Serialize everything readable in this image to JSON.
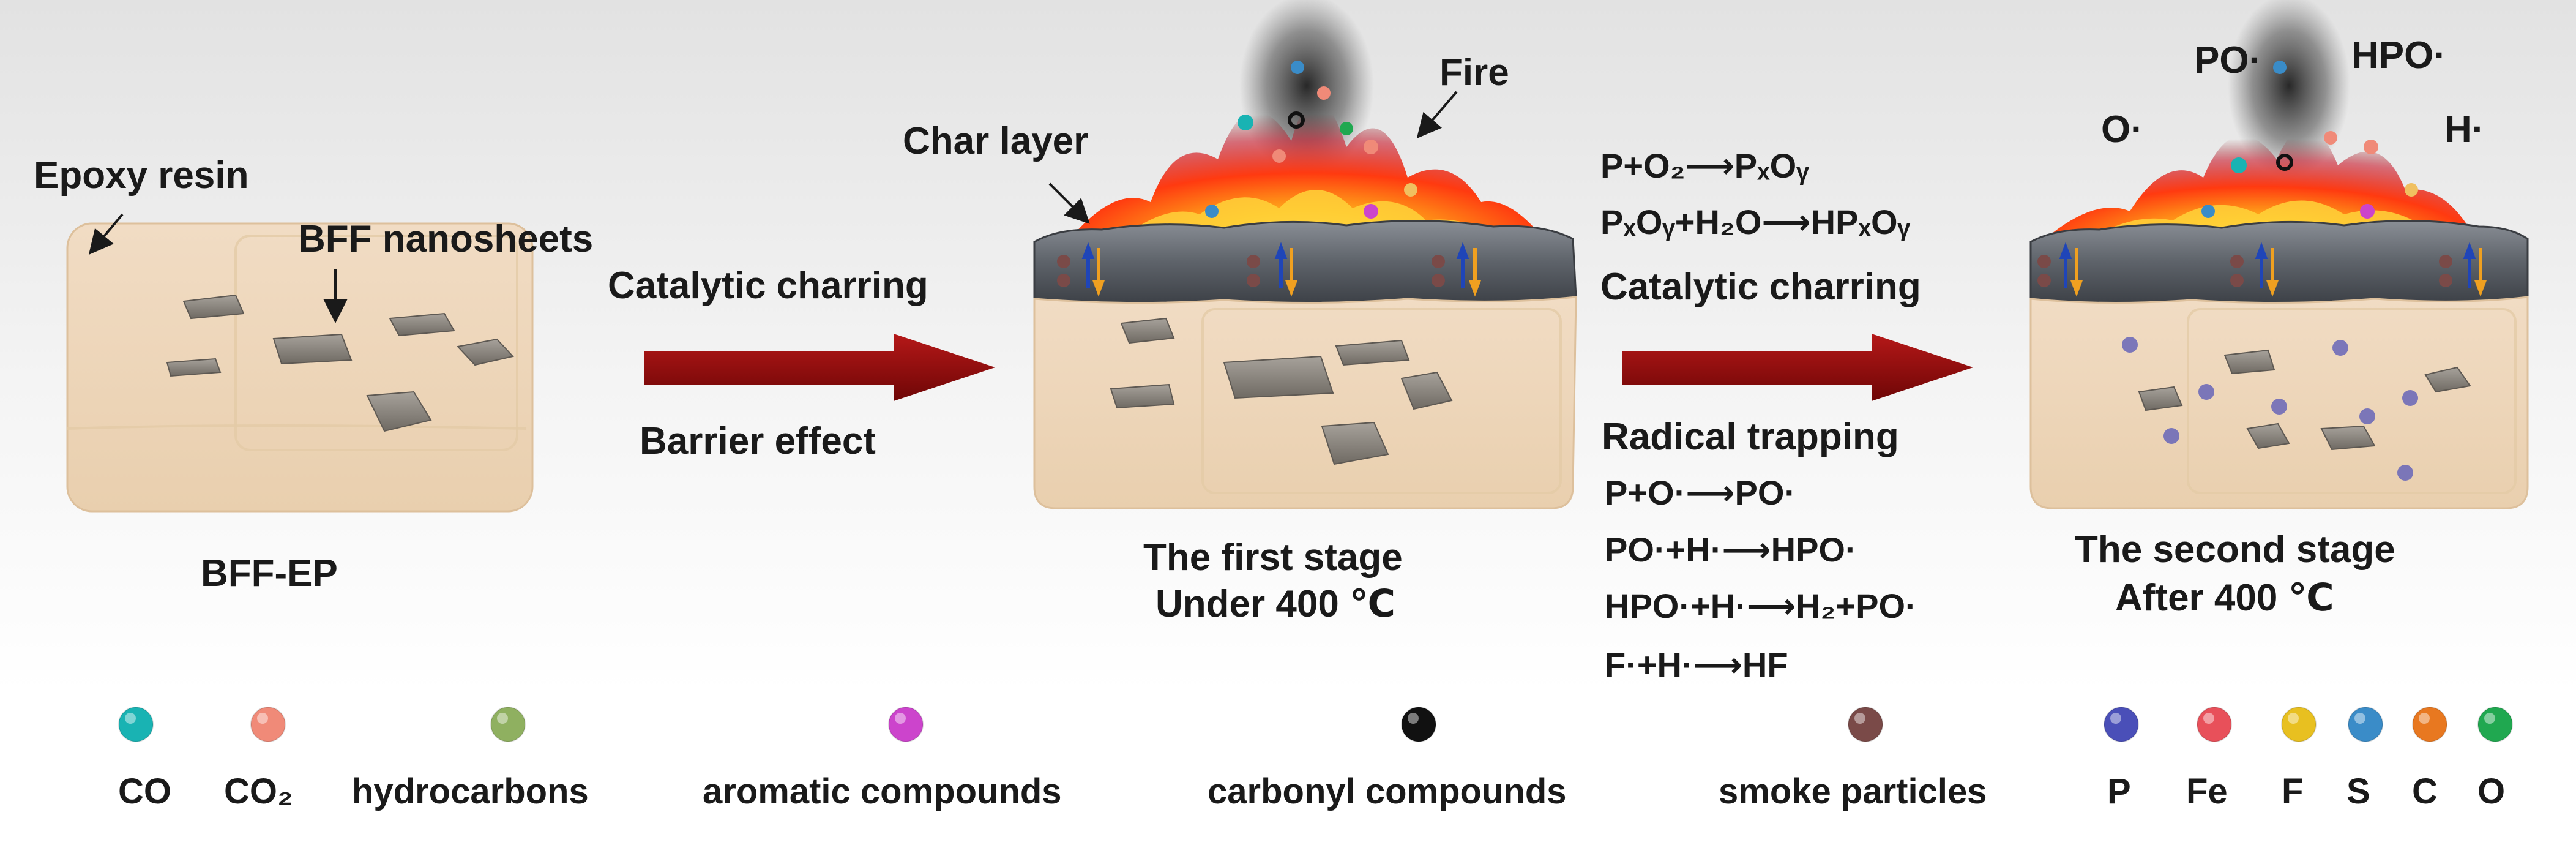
{
  "stage_left": {
    "epoxy_label": "Epoxy resin",
    "nanosheet_label": "BFF nanosheets",
    "caption": "BFF-EP"
  },
  "arrow_one": {
    "top_label": "Catalytic charring",
    "bottom_label": "Barrier effect"
  },
  "stage_one": {
    "char_label": "Char layer",
    "fire_label": "Fire",
    "caption_line1": "The first stage",
    "caption_line2": "Under 400 ℃"
  },
  "arrow_two": {
    "equations_top": [
      "P+O₂⟶PₓOᵧ",
      "PₓOᵧ+H₂O⟶HPₓOᵧ"
    ],
    "top_label": "Catalytic charring",
    "bottom_label": "Radical trapping",
    "equations_bottom": [
      "P+O·⟶PO·",
      "PO·+H·⟶HPO·",
      "HPO·+H·⟶H₂+PO·",
      "F·+H·⟶HF"
    ]
  },
  "stage_two": {
    "radicals": [
      "PO·",
      "HPO·",
      "O·",
      "H·"
    ],
    "caption_line1": "The second stage",
    "caption_line2": "After 400 ℃"
  },
  "legend": [
    {
      "label": "CO",
      "color": "#19b3b3"
    },
    {
      "label": "CO₂",
      "color": "#f08a78"
    },
    {
      "label": "hydrocarbons",
      "color": "#8fb060"
    },
    {
      "label": "aromatic compounds",
      "color": "#cc44cc"
    },
    {
      "label": "carbonyl compounds",
      "color": "#111111"
    },
    {
      "label": "smoke particles",
      "color": "#7a4a48"
    },
    {
      "label": "P",
      "color": "#4a4fb8"
    },
    {
      "label": "Fe",
      "color": "#e8505a"
    },
    {
      "label": "F",
      "color": "#e8c020"
    },
    {
      "label": "S",
      "color": "#3a8cc8"
    },
    {
      "label": "C",
      "color": "#e87820"
    },
    {
      "label": "O",
      "color": "#20a850"
    }
  ]
}
